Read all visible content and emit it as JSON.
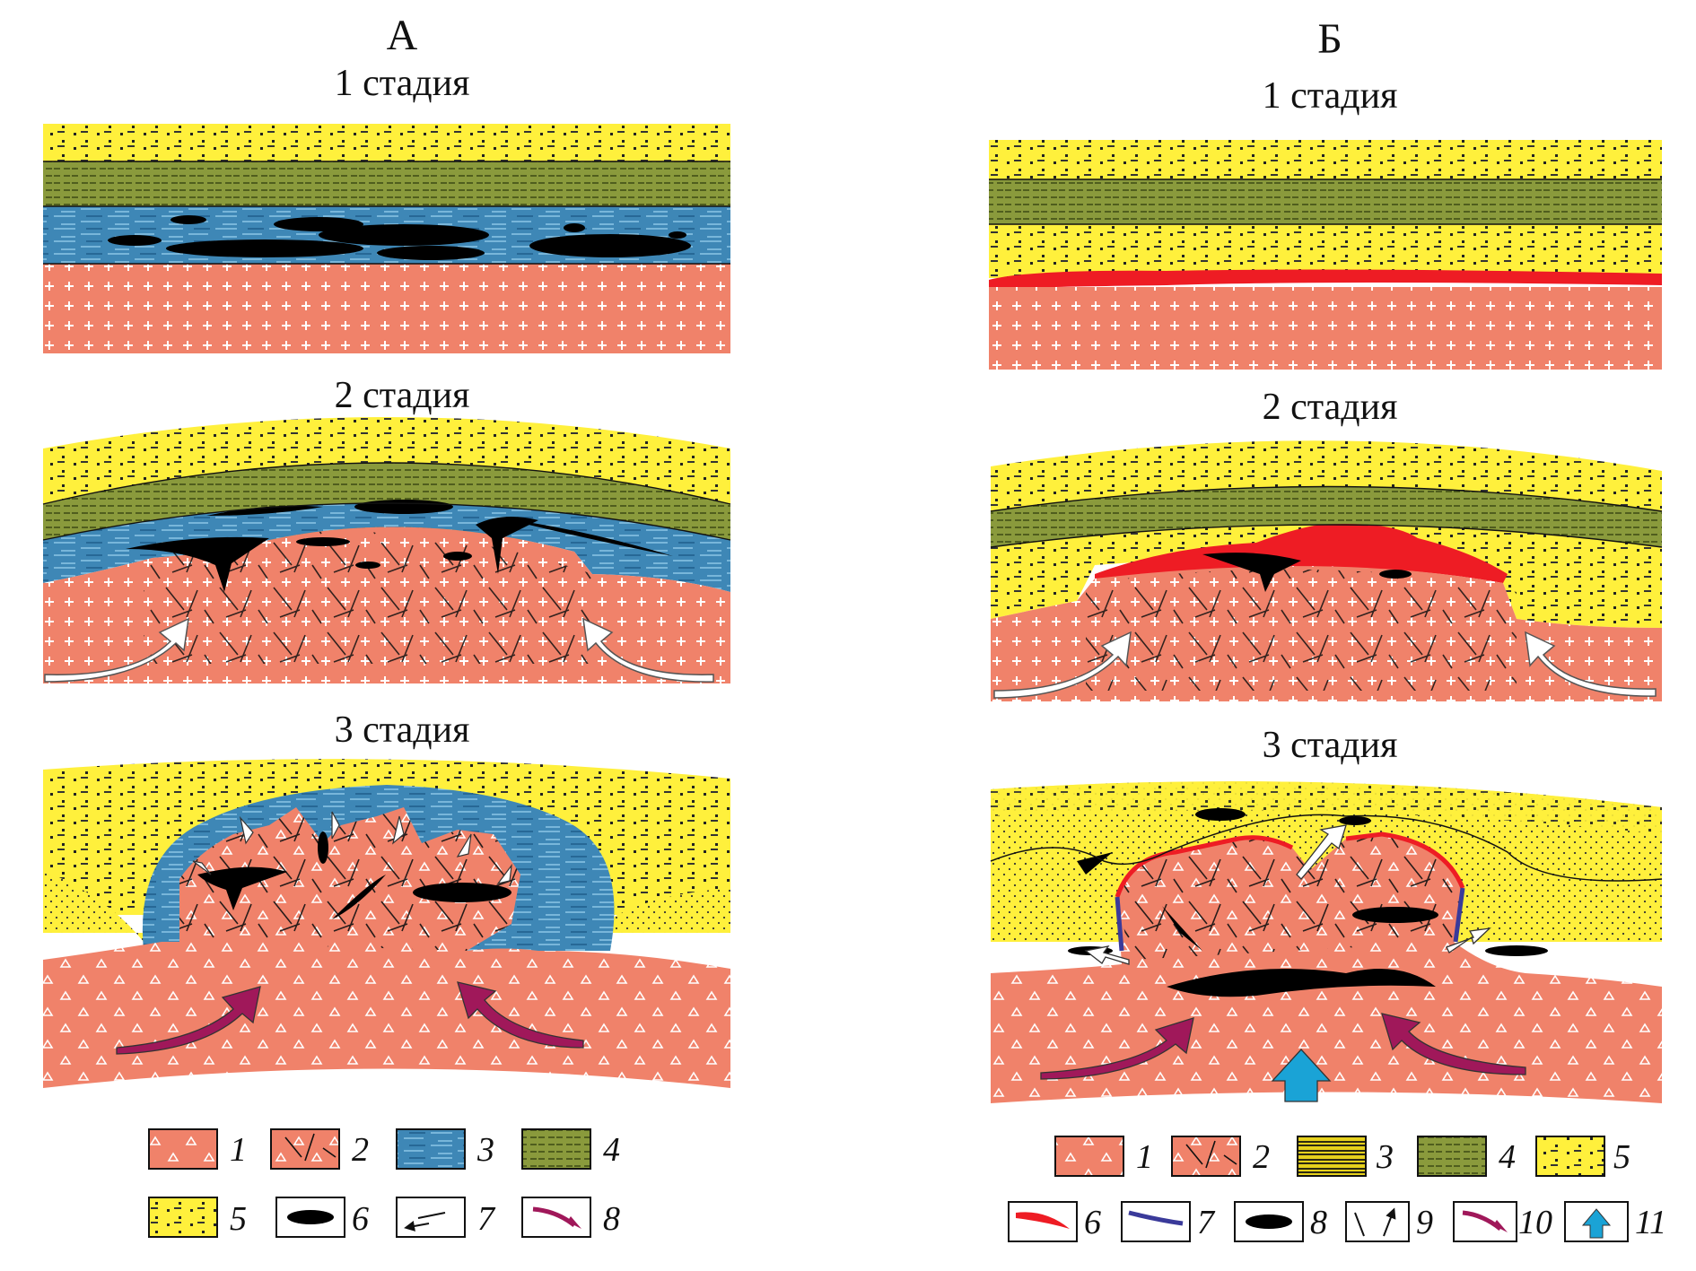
{
  "panels": [
    {
      "title": "А",
      "stages": [
        "1 стадия",
        "2 стадия",
        "3 стадия"
      ],
      "legend": [
        "1",
        "2",
        "3",
        "4",
        "5",
        "6",
        "7",
        "8"
      ]
    },
    {
      "title": "Б",
      "stages": [
        "1 стадия",
        "2 стадия",
        "3 стадия"
      ],
      "legend": [
        "1",
        "2",
        "3",
        "4",
        "5",
        "6",
        "7",
        "8",
        "9",
        "10",
        "11"
      ]
    }
  ],
  "colors": {
    "basement": "#f0826a",
    "sand": "#fff03c",
    "green": "#8a9a3c",
    "water": "#3e87b6",
    "red_layer": "#ee1c24",
    "blue_rim": "#3a3a9a",
    "ore": "#000000",
    "maroon_arrow": "#a0185a",
    "cyan_arrow": "#1aa3d6"
  }
}
